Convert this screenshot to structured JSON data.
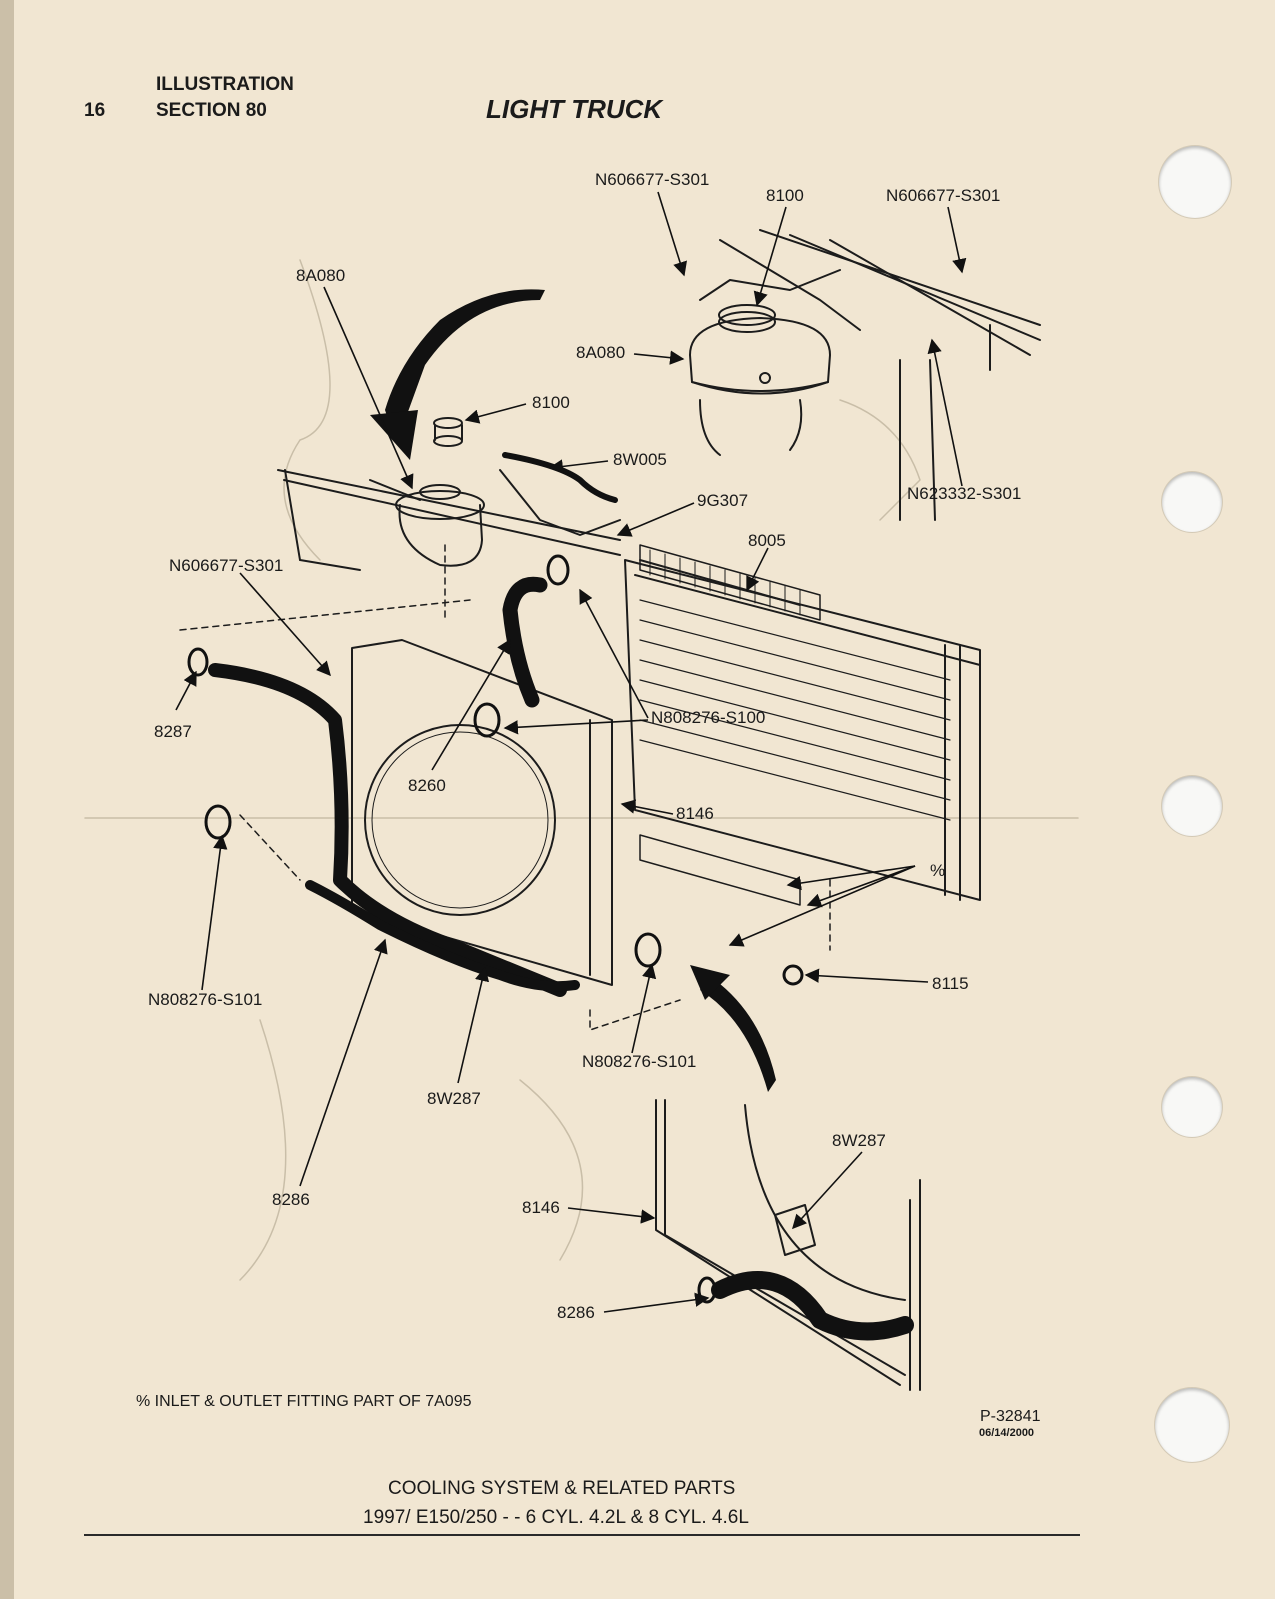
{
  "header": {
    "page_number": "16",
    "illustration": "ILLUSTRATION",
    "section": "SECTION 80",
    "title": "LIGHT TRUCK"
  },
  "callouts": {
    "n606677_top": "N606677-S301",
    "c8100_top": "8100",
    "n606677_right": "N606677-S301",
    "c8a080_left": "8A080",
    "c8a080_mid": "8A080",
    "c8100_mid": "8100",
    "c8w005": "8W005",
    "c9g307": "9G307",
    "n623332": "N623332-S301",
    "c8005": "8005",
    "n606677_left": "N606677-S301",
    "c8287": "8287",
    "n808276_s100": "N808276-S100",
    "c8260": "8260",
    "c8146_mid": "8146",
    "pct": "%",
    "n808276_s101_left": "N808276-S101",
    "c8115": "8115",
    "n808276_s101_mid": "N808276-S101",
    "c8w287_left": "8W287",
    "c8w287_right": "8W287",
    "c8286_left": "8286",
    "c8146_low": "8146",
    "c8286_low": "8286"
  },
  "footnote": "% INLET & OUTLET FITTING PART OF 7A095",
  "reference": {
    "number": "P-32841",
    "date": "06/14/2000"
  },
  "footer": {
    "line1": "COOLING SYSTEM & RELATED PARTS",
    "line2": "1997/ E150/250 - - 6 CYL. 4.2L & 8 CYL. 4.6L"
  }
}
